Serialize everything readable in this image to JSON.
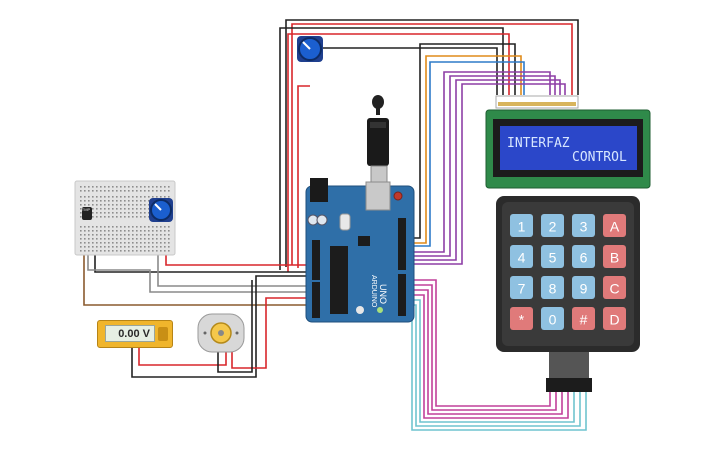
{
  "lcd": {
    "line1": "INTERFAZ",
    "line2": "CONTROL"
  },
  "voltmeter": {
    "reading": "0.00 V"
  },
  "arduino": {
    "brand": "ARDUINO",
    "model": "UNO"
  },
  "keypad": {
    "rows": [
      [
        "1",
        "2",
        "3",
        "A"
      ],
      [
        "4",
        "5",
        "6",
        "B"
      ],
      [
        "7",
        "8",
        "9",
        "C"
      ],
      [
        "*",
        "0",
        "#",
        "D"
      ]
    ]
  },
  "colors": {
    "board": "#2f6fa8",
    "lcd_screen": "#2b47c9",
    "lcd_pcb": "#2f8a4a",
    "keypad_body": "#2b2b2b",
    "key_blue": "#8fc1e1",
    "key_red": "#e07a7a",
    "wire_red": "#d8262b",
    "wire_black": "#222222",
    "wire_purple": "#8d3fa6",
    "wire_magenta": "#c1409a",
    "wire_cyan": "#6fc4cf",
    "wire_orange": "#e08b1a",
    "wire_gray": "#8a8a8a",
    "wire_brown": "#8a5a2e"
  }
}
